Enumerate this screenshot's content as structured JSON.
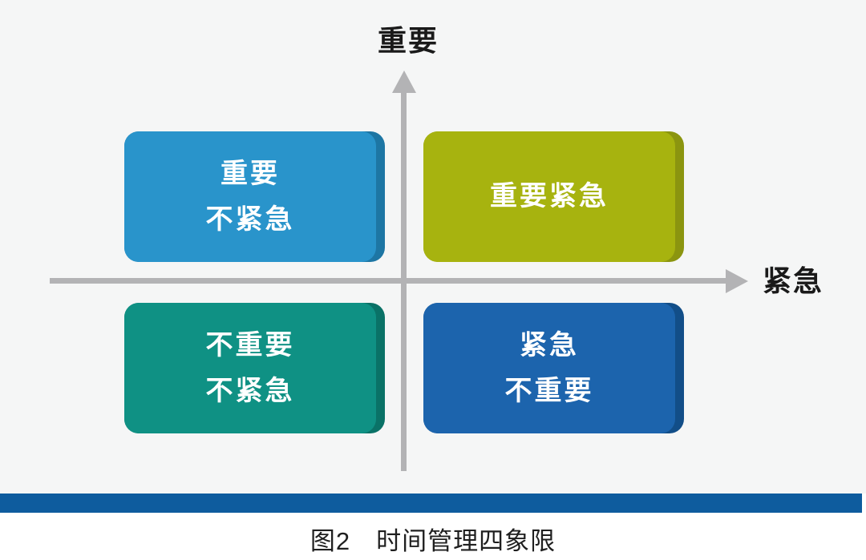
{
  "figure": {
    "background": "#f5f6f6",
    "axis_color": "#b3b3b5",
    "axes": {
      "y_label": "重要",
      "x_label": "紧急"
    },
    "quadrants": [
      {
        "name": "important-urgent",
        "lines": [
          "重要紧急"
        ],
        "color": "#a7b30f",
        "edge_color": "#8b950f"
      },
      {
        "name": "important-not-urgent",
        "lines": [
          "重要",
          "不紧急"
        ],
        "color": "#2994cb",
        "edge_color": "#1d76a4"
      },
      {
        "name": "urgent-not-important",
        "lines": [
          "紧急",
          "不重要"
        ],
        "color": "#1c64ad",
        "edge_color": "#124e88"
      },
      {
        "name": "not-important-not-urgent",
        "lines": [
          "不重要",
          "不紧急"
        ],
        "color": "#0f9184",
        "edge_color": "#0a7267"
      }
    ],
    "divider_color": "#0e5c9e",
    "caption": "图2　时间管理四象限"
  }
}
